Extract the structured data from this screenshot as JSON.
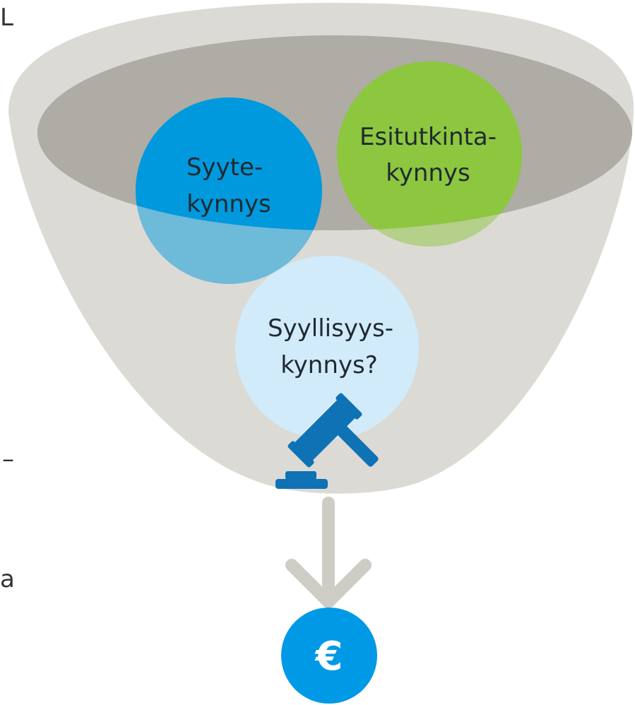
{
  "left_text_fragments": [
    "L",
    "–",
    "a"
  ],
  "funnel": {
    "outer_color": "#dcdad5",
    "inner_color": "#aeaca4"
  },
  "circles": {
    "syyte": {
      "line1": "Syyte-",
      "line2": "kynnys",
      "color": "#0099dd"
    },
    "esitutkinta": {
      "line1": "Esitutkinta-",
      "line2": "kynnys",
      "color": "#8dc63f"
    },
    "syyllisyys": {
      "line1": "Syyllisyys-",
      "line2": "kynnys?",
      "color": "#d2ebfa"
    }
  },
  "gavel": {
    "icon": "gavel-icon",
    "color": "#0e72b5"
  },
  "arrow": {
    "icon": "arrow-down-icon",
    "color": "#cfccc5"
  },
  "euro_badge": {
    "icon": "euro-icon",
    "symbol": "€",
    "color": "#0099e6"
  }
}
